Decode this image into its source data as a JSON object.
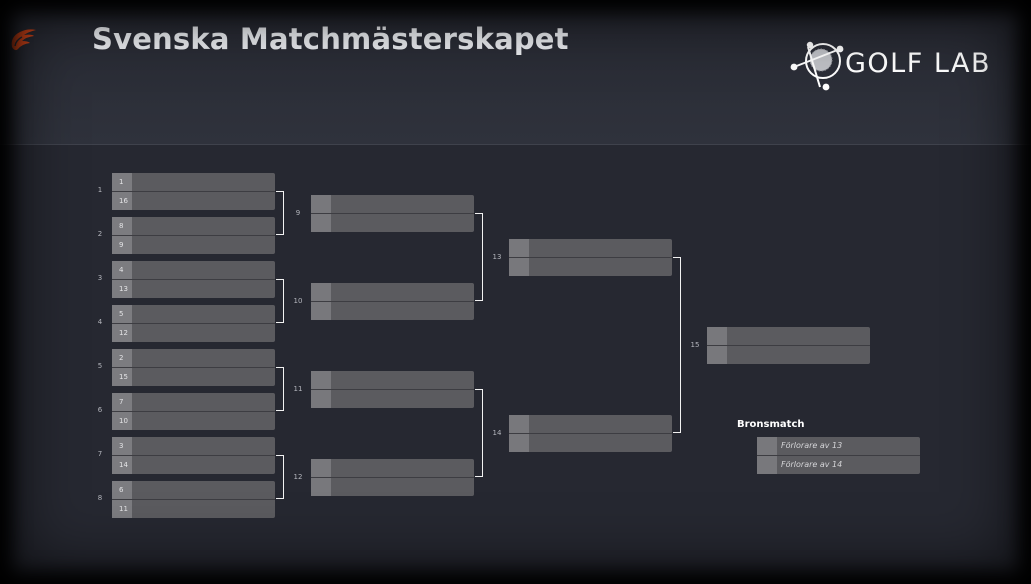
{
  "header": {
    "title": "Svenska Matchmästerskapet",
    "brand": "GOLF LAB"
  },
  "colors": {
    "background": "#262831",
    "header": "#2c2f38",
    "match_box": "#5b5b5f",
    "seed_box": "#7c7c80",
    "bracket_line": "#f2f2f2",
    "accent_logo": "#d9471a"
  },
  "round1": {
    "labels": [
      "1",
      "2",
      "3",
      "4",
      "5",
      "6",
      "7",
      "8"
    ],
    "matches": [
      {
        "top": "1",
        "bottom": "16"
      },
      {
        "top": "8",
        "bottom": "9"
      },
      {
        "top": "4",
        "bottom": "13"
      },
      {
        "top": "5",
        "bottom": "12"
      },
      {
        "top": "2",
        "bottom": "15"
      },
      {
        "top": "7",
        "bottom": "10"
      },
      {
        "top": "3",
        "bottom": "14"
      },
      {
        "top": "6",
        "bottom": "11"
      }
    ]
  },
  "round2": {
    "labels": [
      "9",
      "10",
      "11",
      "12"
    ]
  },
  "round3": {
    "labels": [
      "13",
      "14"
    ]
  },
  "final": {
    "label": "15"
  },
  "bronze": {
    "title": "Bronsmatch",
    "slots": [
      "Förlorare av 13",
      "Förlorare av 14"
    ]
  }
}
